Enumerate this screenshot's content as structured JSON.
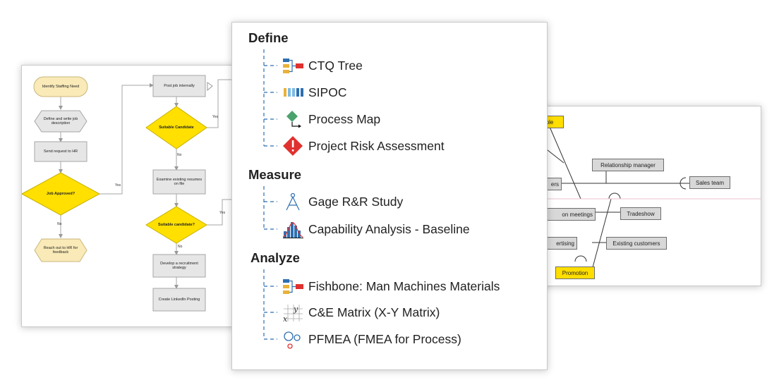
{
  "flowchart": {
    "nodes": {
      "identify": "Identify Staffing Need",
      "define": "Define and write job description",
      "send": "Send request to HR",
      "approved": "Job Approved?",
      "reach": "Reach out to HR for feedback",
      "post": "Post job internally",
      "suitable1": "Suitable Candidate",
      "examine": "Examine existing resumes on file",
      "suitable2": "Suitable candidate?",
      "develop": "Develop a recruitment strategy",
      "linkedin": "Create LinkedIn Posting"
    },
    "edge_labels": {
      "yes": "Yes",
      "no": "No"
    }
  },
  "fishbone": {
    "people": "ple",
    "relationship_manager": "Relationship manager",
    "partners": "ers",
    "sales_team": "Sales team",
    "meetings": "on meetings",
    "tradeshow": "Tradeshow",
    "advertising": "ertising",
    "existing_customers": "Existing customers",
    "promotion": "Promotion"
  },
  "tree": {
    "sections": [
      {
        "title": "Define",
        "items": [
          "CTQ Tree",
          "SIPOC",
          "Process Map",
          "Project Risk Assessment"
        ]
      },
      {
        "title": "Measure",
        "items": [
          "Gage R&R Study",
          "Capability Analysis - Baseline"
        ]
      },
      {
        "title": "Analyze",
        "items": [
          "Fishbone: Man Machines Materials",
          "C&E Matrix (X-Y Matrix)",
          "PFMEA (FMEA for Process)"
        ]
      }
    ],
    "icons": {
      "define": [
        "ctq-tree-icon",
        "sipoc-icon",
        "process-map-icon",
        "risk-assessment-icon"
      ],
      "measure": [
        "gage-rr-icon",
        "capability-analysis-icon"
      ],
      "analyze": [
        "fishbone-icon",
        "ce-matrix-icon",
        "pfmea-icon"
      ]
    }
  },
  "colors": {
    "connector_blue": "#2e6fb0",
    "flow_yellow": "#ffe000",
    "flow_cream": "#f9eab8",
    "node_gray": "#e6e6e6",
    "fishbone_yellow": "#ffde00",
    "fishbone_gray": "#d8d8d8",
    "risk_red": "#e0312f",
    "process_green": "#4aa36c"
  }
}
